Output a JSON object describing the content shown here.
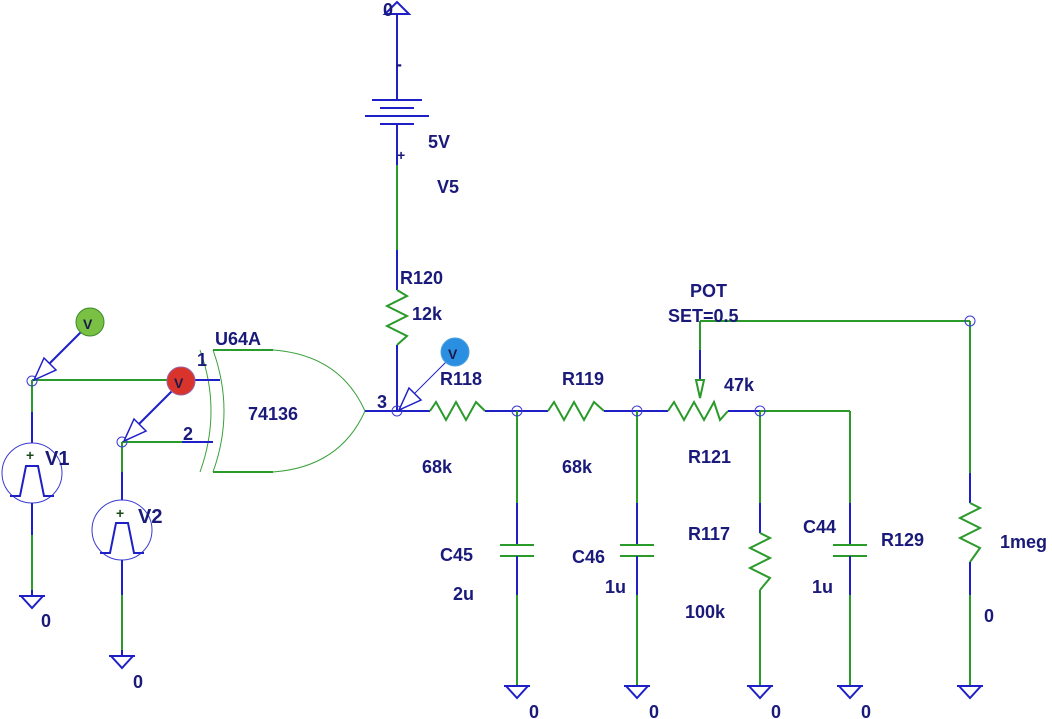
{
  "components": {
    "gate": {
      "ref": "U64A",
      "part": "74136",
      "pin1": "1",
      "pin2": "2",
      "pin3": "3"
    },
    "battery": {
      "ref": "V5",
      "value": "5V",
      "minus": "-",
      "plus": "+"
    },
    "R120": {
      "ref": "R120",
      "value": "12k"
    },
    "R118": {
      "ref": "R118",
      "value": "68k"
    },
    "R119": {
      "ref": "R119",
      "value": "68k"
    },
    "R121": {
      "ref": "R121",
      "value": "47k",
      "type": "POT",
      "set": "SET=0.5"
    },
    "R117": {
      "ref": "R117",
      "value": "100k"
    },
    "R129": {
      "ref": "R129",
      "value": "1meg"
    },
    "C45": {
      "ref": "C45",
      "value": "2u"
    },
    "C46": {
      "ref": "C46",
      "value": "1u"
    },
    "C44": {
      "ref": "C44",
      "value": "1u"
    },
    "V1": {
      "ref": "V1"
    },
    "V2": {
      "ref": "V2"
    }
  },
  "ground_label": "0",
  "probes": [
    {
      "label": "V",
      "color": "#7ac143"
    },
    {
      "label": "V",
      "color": "#d9342b"
    },
    {
      "label": "V",
      "color": "#2a8fe0"
    }
  ],
  "colors": {
    "wire": "#2a9a2a",
    "pin": "#1f1fc8",
    "text": "#1a1a7a"
  }
}
